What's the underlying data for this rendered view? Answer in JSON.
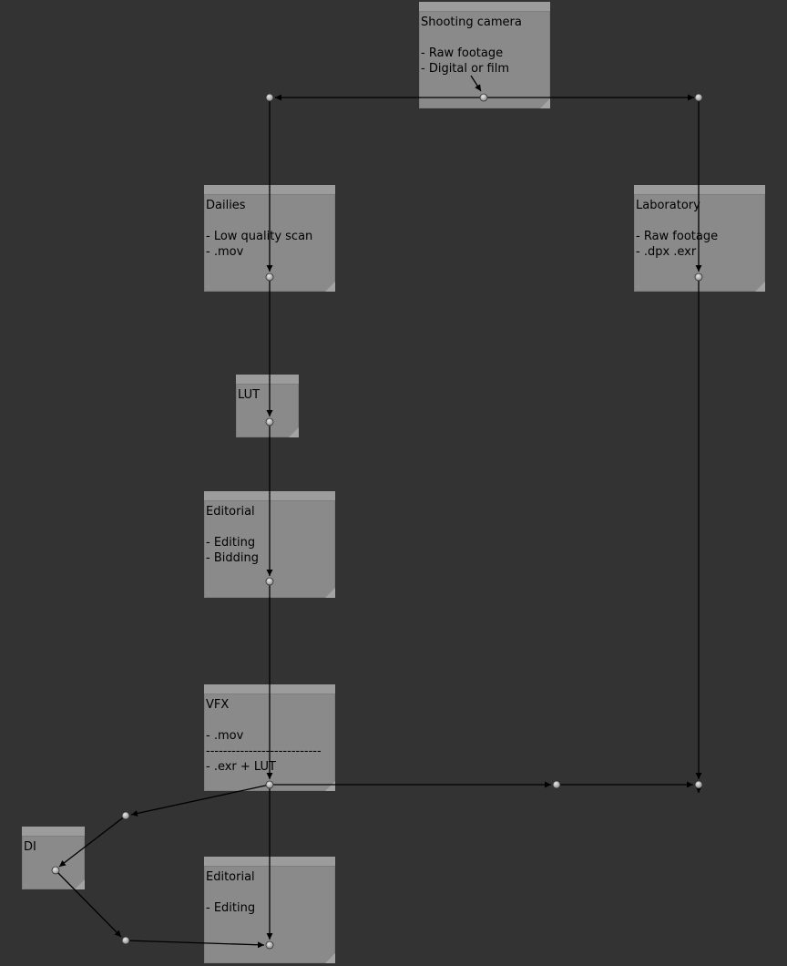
{
  "nodes": [
    {
      "id": "shooting-camera",
      "text": "Shooting camera\n\n- Raw footage\n- Digital or film"
    },
    {
      "id": "dailies",
      "text": "Dailies\n\n- Low quality scan\n- .mov"
    },
    {
      "id": "laboratory",
      "text": "Laboratory\n\n- Raw footage\n- .dpx .exr"
    },
    {
      "id": "lut",
      "text": "LUT"
    },
    {
      "id": "editorial-1",
      "text": "Editorial\n\n- Editing\n- Bidding"
    },
    {
      "id": "vfx",
      "text": "VFX\n\n- .mov\n---------------------------\n- .exr + LUT"
    },
    {
      "id": "di",
      "text": "DI"
    },
    {
      "id": "editorial-2",
      "text": "Editorial\n\n- Editing"
    }
  ]
}
